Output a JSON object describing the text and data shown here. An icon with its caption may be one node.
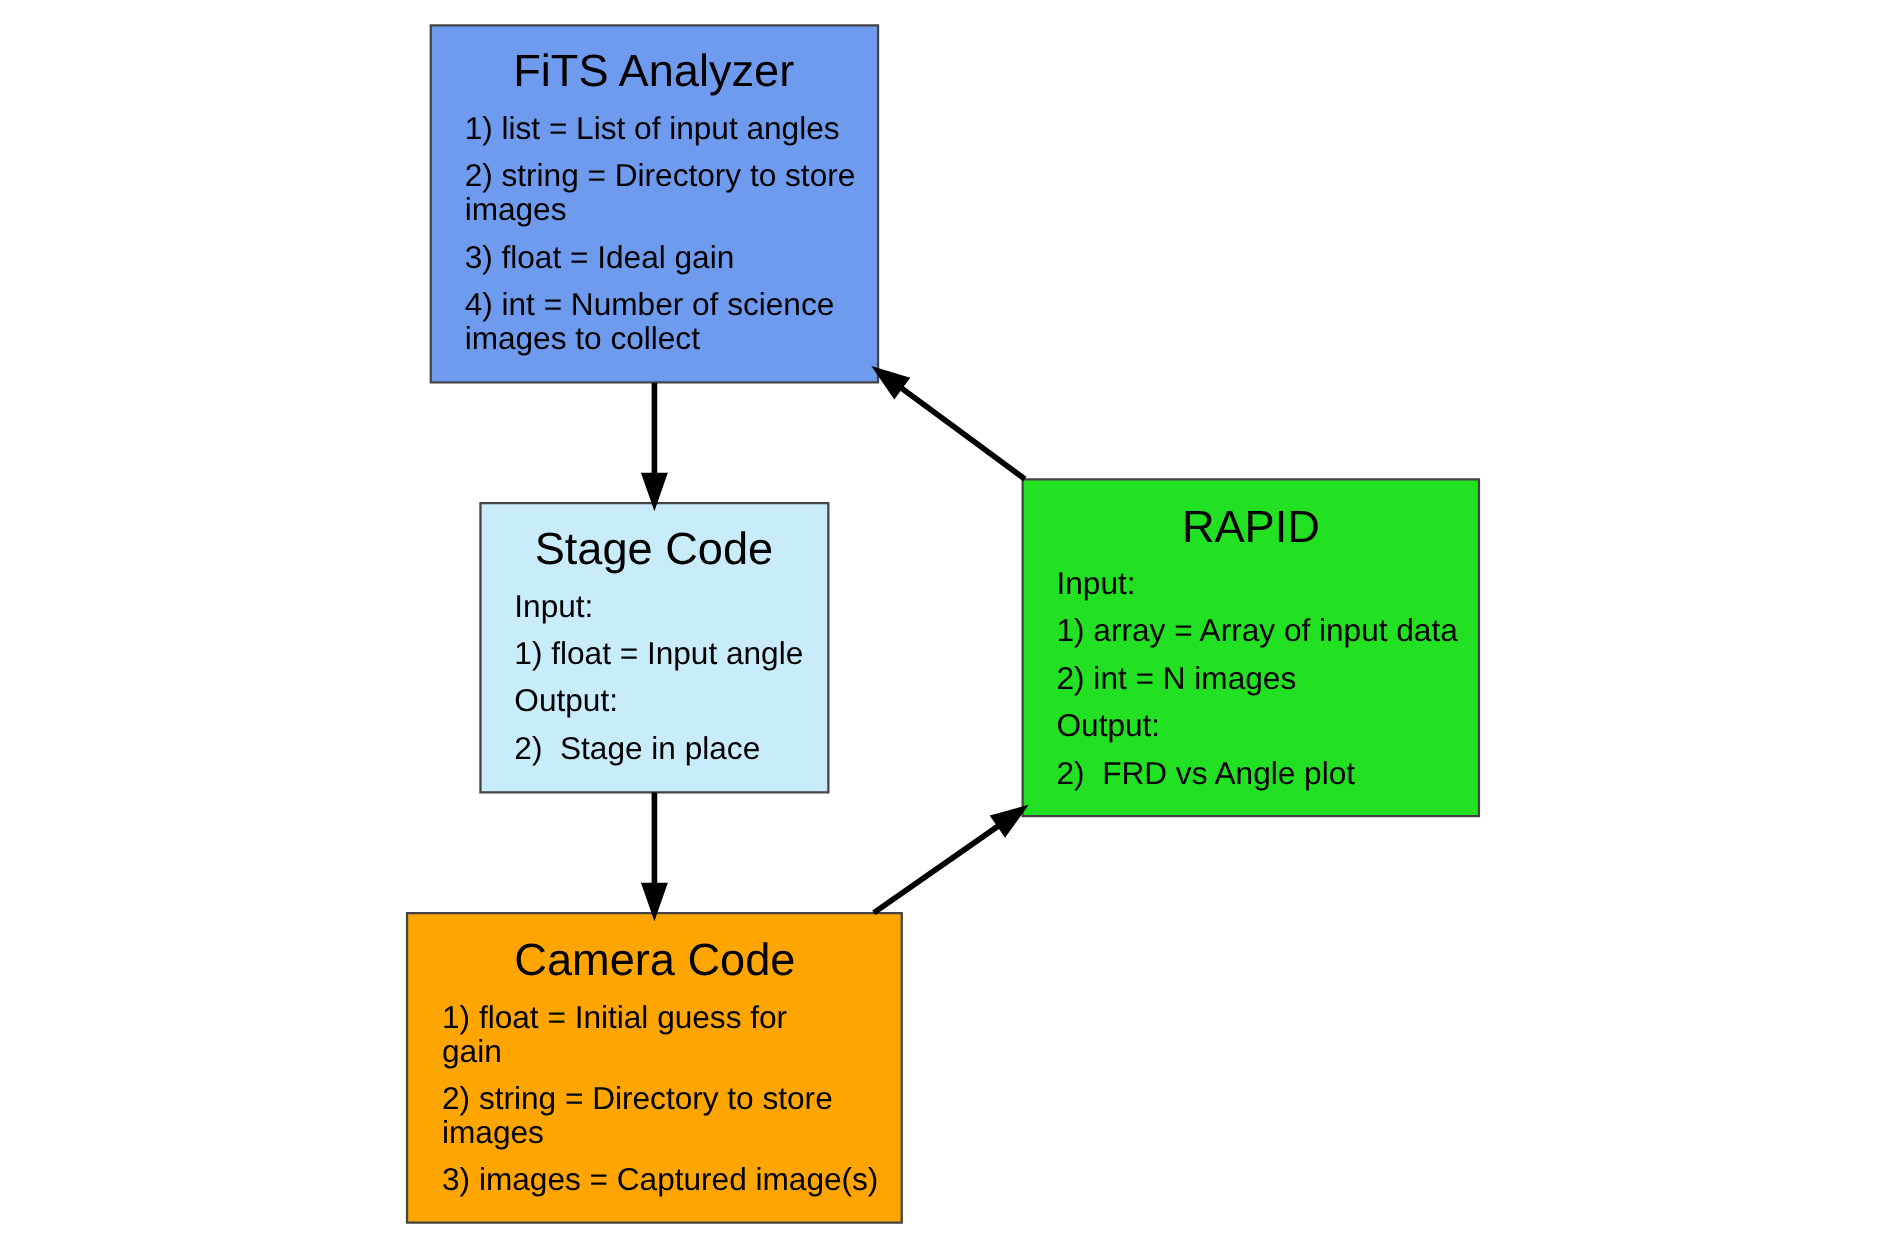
{
  "diagram": {
    "nodes": [
      {
        "text": [
          "FiTS Analyzer",
          "1) list = List of input angles",
          "2) string = Directory to store images",
          "3) float = Ideal gain",
          "4) int = Number of science images to collect"
        ]
      },
      {
        "text": [
          "Stage Code",
          "Input:",
          "1) float = Input angle",
          "Output:",
          "2)  Stage in place"
        ]
      },
      {
        "text": [
          "Camera Code",
          "1) float = Initial guess for gain",
          "2) string = Directory to store images",
          "3) images = Captured image(s)"
        ]
      },
      {
        "text": [
          "RAPID",
          "Input:",
          "1) array = Array of input data",
          "2) int = N images",
          "Output:",
          "2)  FRD vs Angle plot"
        ]
      }
    ],
    "edges": [
      {
        "from": 0,
        "to": 1,
        "arrow": "to"
      },
      {
        "from": 1,
        "to": 2,
        "arrow": "to"
      },
      {
        "from": 2,
        "to": 3,
        "arrow": "to"
      },
      {
        "from": 3,
        "to": 0,
        "arrow": "to"
      }
    ]
  }
}
